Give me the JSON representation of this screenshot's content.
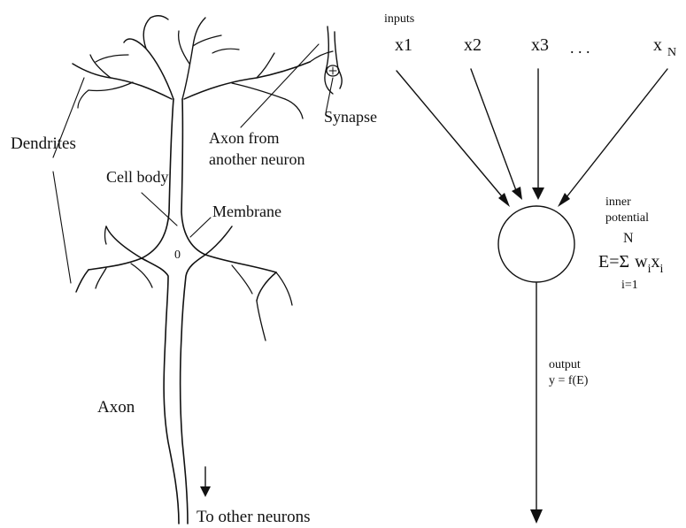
{
  "neuron": {
    "labels": {
      "dendrites": "Dendrites",
      "cell_body": "Cell body",
      "membrane": "Membrane",
      "nucleus": "0",
      "axon_from_line1": "Axon from",
      "axon_from_line2": "another neuron",
      "synapse": "Synapse",
      "axon": "Axon",
      "to_other_neurons": "To other neurons"
    }
  },
  "model": {
    "inputs_title": "inputs",
    "inputs": [
      "x1",
      "x2",
      "x3"
    ],
    "ellipsis": ". . .",
    "last_input_base": "x",
    "last_input_sub": "N",
    "inner_line1": "inner",
    "inner_line2": "potential",
    "formula": {
      "lhs": "E=",
      "sum_symbol": "Σ",
      "sum_upper": "N",
      "term_w": "w",
      "term_w_sub": "i",
      "term_x": "x",
      "term_x_sub": "i",
      "sum_lower": "i=1"
    },
    "output_label": "output",
    "output_formula": "y = f(E)"
  }
}
